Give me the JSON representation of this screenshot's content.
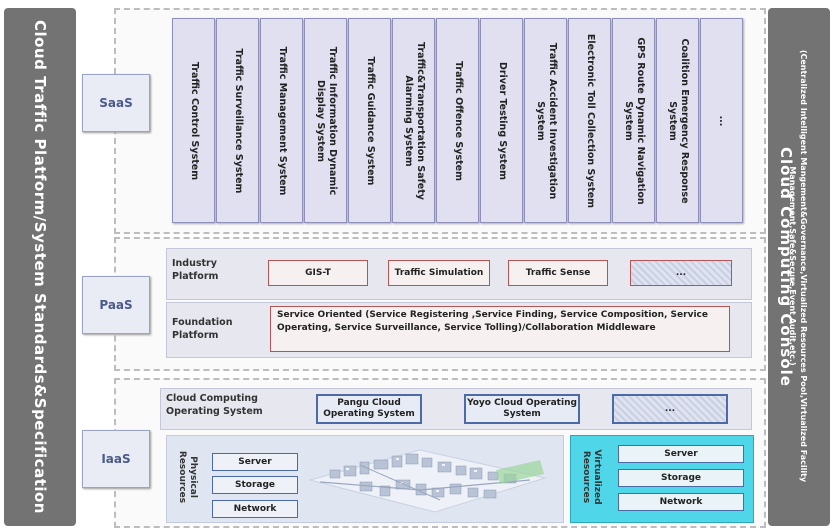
{
  "left_panel": {
    "title": "Cloud Traffic Platform/System Standards&Specification"
  },
  "right_panel": {
    "title": "Cloud Computing Console",
    "subtitle": "(Centralized Intelligent Mangement&Governance,Virtualized Resources Pool,Virtualized Facility Management,Safe&Secure,Event Audit,etc.)"
  },
  "layers": {
    "saas": {
      "label": "SaaS",
      "systems": [
        "Traffic Control System",
        "Traffic Surveillance System",
        "Traffic Management System",
        "Traffic Information Dynamic Display System",
        "Traffic Guidance System",
        "Traffic&Transportation Safety Alarming System",
        "Traffic Offence System",
        "Driver Testing System",
        "Traffic Accident Investigation System",
        "Electronic Toll Collection System",
        "GPS Route Dynamic Navigation System",
        "Coalition Emergency Response System",
        "..."
      ]
    },
    "paas": {
      "label": "PaaS",
      "industry": {
        "label": "Industry Platform",
        "items": [
          "GIS-T",
          "Traffic Simulation",
          "Traffic Sense",
          "..."
        ]
      },
      "foundation": {
        "label": "Foundation Platform",
        "text": "Service Oriented (Service Registering ,Service Finding, Service Composition, Service Operating, Service Surveillance, Service Tolling)/Collaboration Middleware"
      }
    },
    "iaas": {
      "label": "IaaS",
      "os": {
        "label": "Cloud Computing Operating System",
        "items": [
          "Pangu Cloud Operating System",
          "Yoyo Cloud Operating System",
          "..."
        ]
      },
      "physical": {
        "label": "Physical Resources",
        "items": [
          "Server",
          "Storage",
          "Network"
        ]
      },
      "virtualized": {
        "label": "Virtualized Resources",
        "items": [
          "Server",
          "Storage",
          "Network"
        ]
      }
    }
  }
}
